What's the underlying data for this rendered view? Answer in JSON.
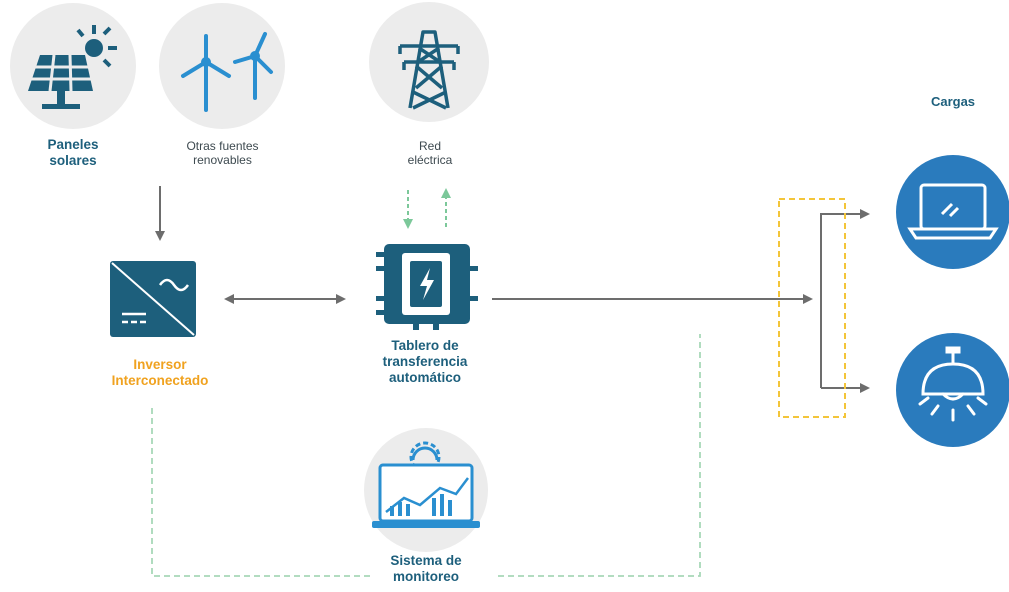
{
  "sources": {
    "solar_label": "Paneles\nsolares",
    "other_label": "Otras fuentes\nrenovables",
    "grid_label": "Red\neléctrica"
  },
  "inverter": {
    "label": "Inversor\nInterconectado"
  },
  "transfer_board": {
    "label": "Tablero de\ntransferencia\nautomático"
  },
  "monitoring": {
    "label": "Sistema de\nmonitoreo"
  },
  "loads": {
    "title": "Cargas"
  },
  "icons": {
    "solar": "solar-panel-icon",
    "wind": "wind-turbine-icon",
    "tower": "power-tower-icon",
    "inverter": "inverter-icon",
    "board": "transfer-board-icon",
    "monitor": "monitoring-laptop-icon",
    "laptop": "laptop-icon",
    "lamp": "ceiling-lamp-icon"
  },
  "colors": {
    "primary": "#1d5f7c",
    "accent_blue": "#2a8fd0",
    "orange": "#f0a21f",
    "green_dashed": "#7cc89a",
    "yellow_box": "#f3c53a",
    "gray_arrow": "#6d6d6d",
    "icon_bg": "#ececec"
  }
}
